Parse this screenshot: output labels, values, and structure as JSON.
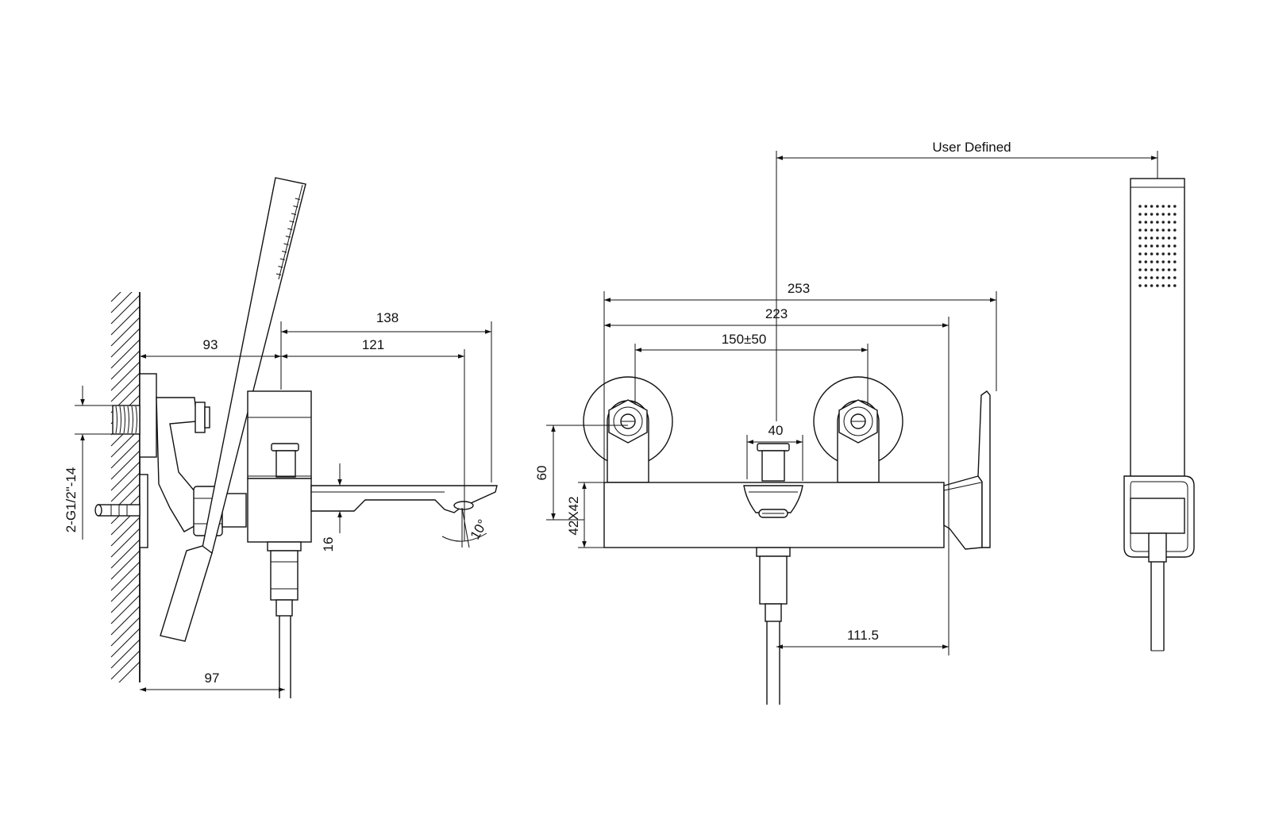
{
  "dimensions": {
    "side_view": {
      "d138": "138",
      "d121": "121",
      "d93": "93",
      "d97": "97",
      "d16": "16",
      "thread": "2-G1/2\"-14",
      "angle": "10°"
    },
    "front_view": {
      "user_defined": "User Defined",
      "d253": "253",
      "d223": "223",
      "d150": "150±50",
      "d40": "40",
      "d60": "60",
      "d42": "42X42",
      "d111": "111.5"
    }
  },
  "colors": {
    "line": "#111111",
    "background": "#ffffff"
  }
}
